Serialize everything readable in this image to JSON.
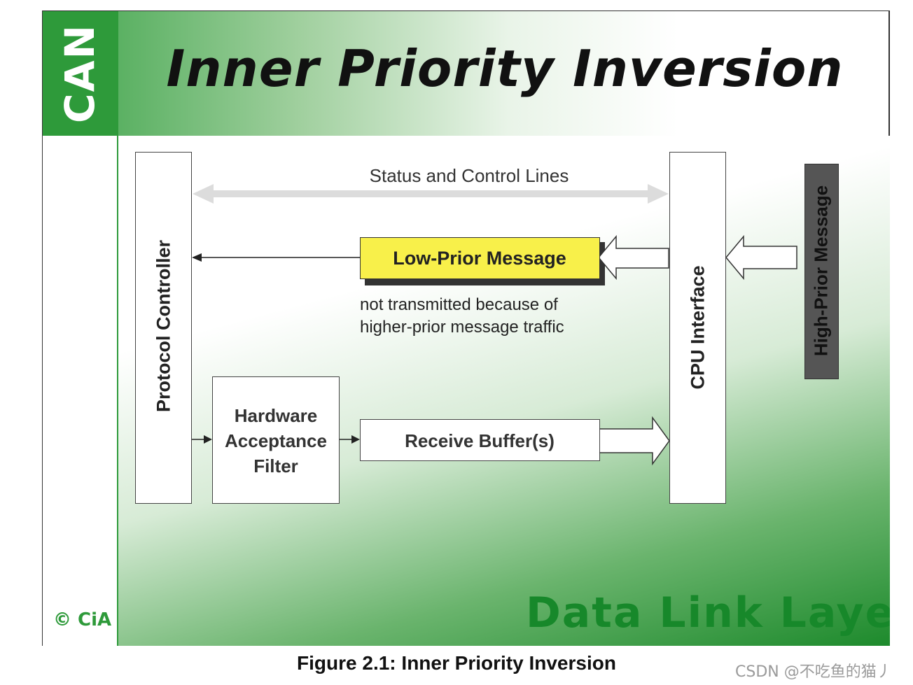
{
  "slide": {
    "logo": "CAN",
    "title": "Inner Priority Inversion",
    "copyright": "© CiA",
    "footer_brand": "Data Link Layer"
  },
  "diagram": {
    "protocol_controller": "Protocol Controller",
    "cpu_interface": "CPU Interface",
    "high_prior_message": "High-Prior Message",
    "status_control": "Status and Control Lines",
    "low_prior_message": "Low-Prior Message",
    "note_line1": "not transmitted because of",
    "note_line2": "higher-prior message traffic",
    "haf_line1": "Hardware",
    "haf_line2": "Acceptance",
    "haf_line3": "Filter",
    "receive_buffers": "Receive Buffer(s)"
  },
  "caption": "Figure 2.1: Inner Priority Inversion",
  "watermark": "CSDN @不吃鱼的猫丿",
  "colors": {
    "brand_green": "#2e9a3a",
    "highlight_yellow": "#f8f04a",
    "dark_box": "#555555"
  }
}
